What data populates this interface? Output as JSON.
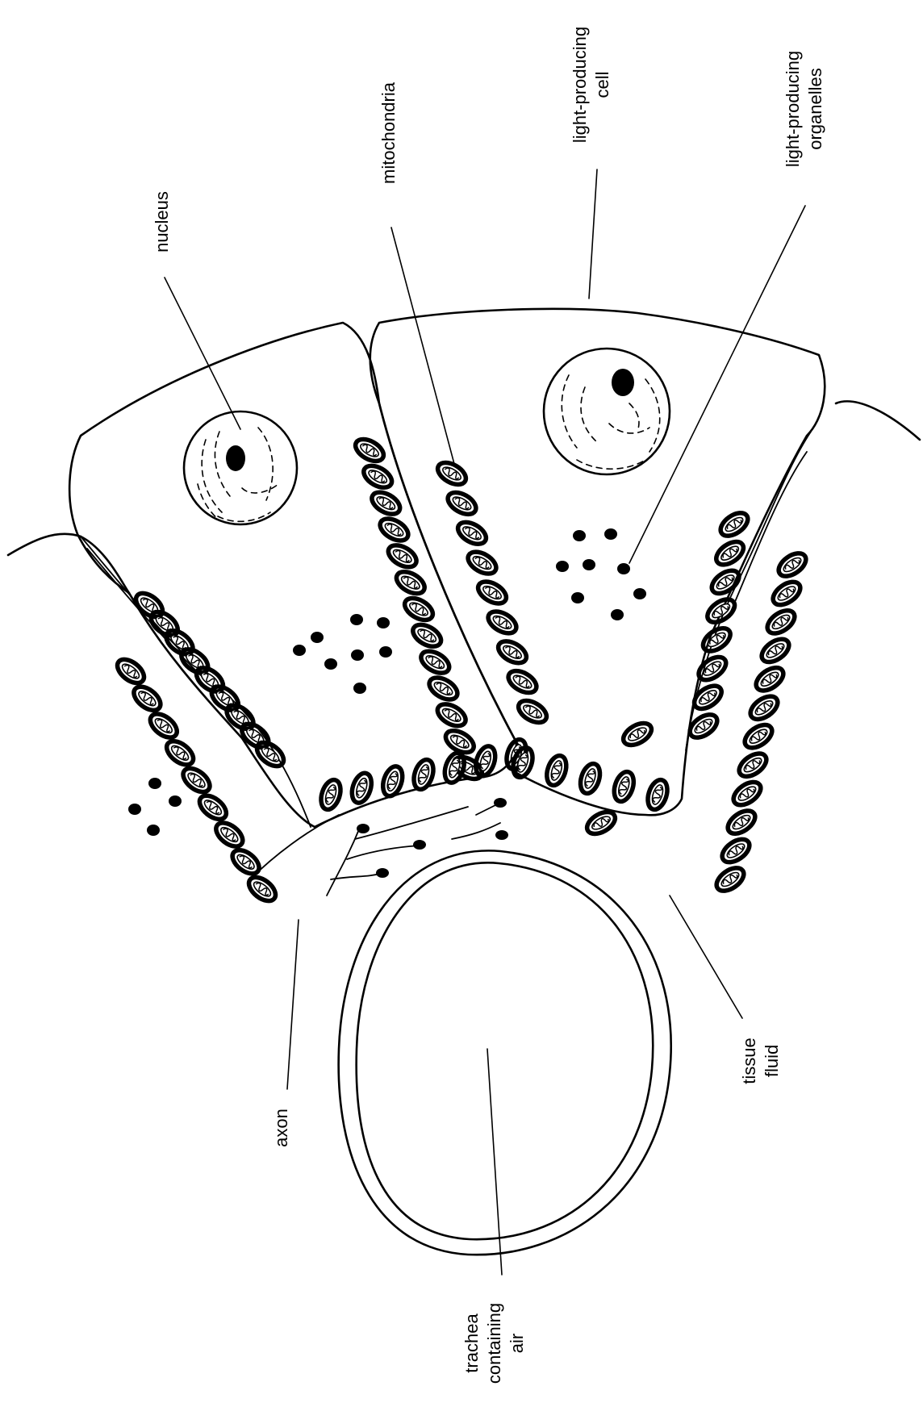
{
  "labels": {
    "nucleus": "nucleus",
    "mitochondria": "mitochondria",
    "light_producing_cell": [
      "light-producing",
      "cell"
    ],
    "light_producing_organelles": [
      "light-producing",
      "organelles"
    ],
    "axon": "axon",
    "tissue_fluid": [
      "tissue",
      "fluid"
    ],
    "trachea_containing_air": [
      "trachea",
      "containing",
      "air"
    ]
  }
}
